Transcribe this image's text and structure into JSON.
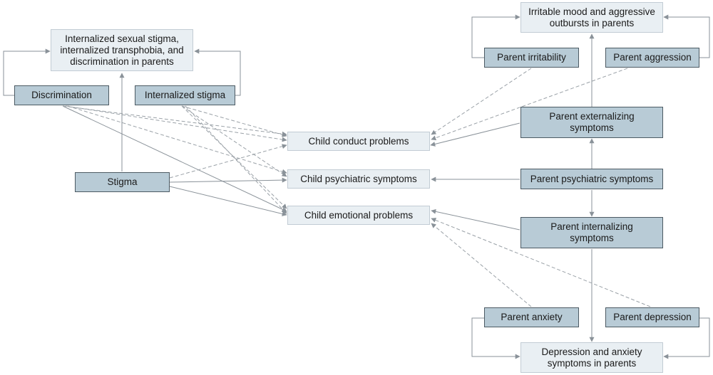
{
  "nodes": {
    "parent_stigma_outcome": "Internalized sexual stigma,\ninternalized transphobia, and\ndiscrimination in parents",
    "discrimination": "Discrimination",
    "internalized_stigma": "Internalized stigma",
    "stigma": "Stigma",
    "child_conduct": "Child conduct problems",
    "child_psychiatric": "Child psychiatric symptoms",
    "child_emotional": "Child emotional problems",
    "irritable_mood": "Irritable mood and aggressive\noutbursts in parents",
    "parent_irritability": "Parent irritability",
    "parent_aggression": "Parent aggression",
    "parent_externalizing": "Parent externalizing\nsymptoms",
    "parent_psychiatric": "Parent psychiatric symptoms",
    "parent_internalizing": "Parent internalizing\nsymptoms",
    "parent_anxiety": "Parent anxiety",
    "parent_depression": "Parent depression",
    "depression_anxiety": "Depression and anxiety\nsymptoms in parents"
  },
  "colors": {
    "line": "#8a9299",
    "dashed_line": "#9aa1a7",
    "light_box": "#e9eff3",
    "dark_box": "#b8cbd6"
  }
}
